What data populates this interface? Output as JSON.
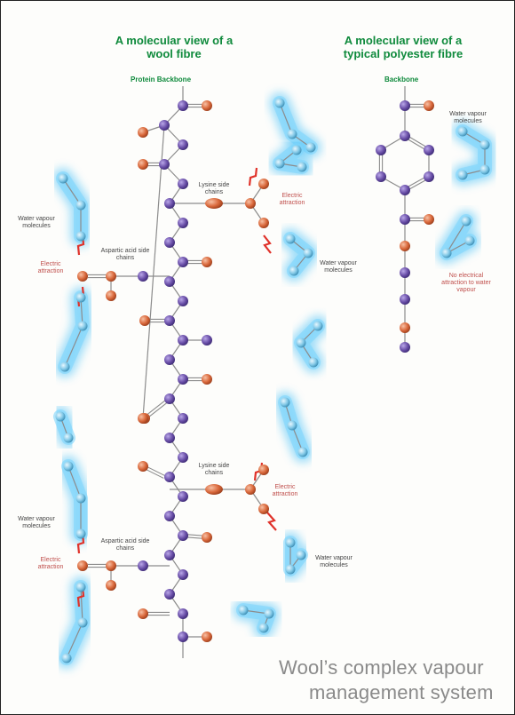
{
  "titles": {
    "wool": "A molecular view of a wool fibre",
    "polyester": "A molecular view of a typical polyester fibre"
  },
  "headings": {
    "protein_backbone": "Protein Backbone",
    "backbone": "Backbone"
  },
  "labels": {
    "water_vapour_molecules": "Water vapour molecules",
    "electric_attraction": "Electric attraction",
    "aspartic_acid_side_chains": "Aspartic acid side chains",
    "lysine_side_chains": "Lysine side chains",
    "no_electrical_attraction": "No electrical attraction to water vapour"
  },
  "footer": {
    "line1": "Wool’s complex vapour",
    "line2": "management system"
  },
  "colors": {
    "title_green": "#0f8a3c",
    "oxygen_orange": "#d9683b",
    "chain_purple": "#6a4fa8",
    "water_blue": "#58c4ef",
    "bolt_red": "#e0322a",
    "footer_grey": "#8a8a8a"
  }
}
